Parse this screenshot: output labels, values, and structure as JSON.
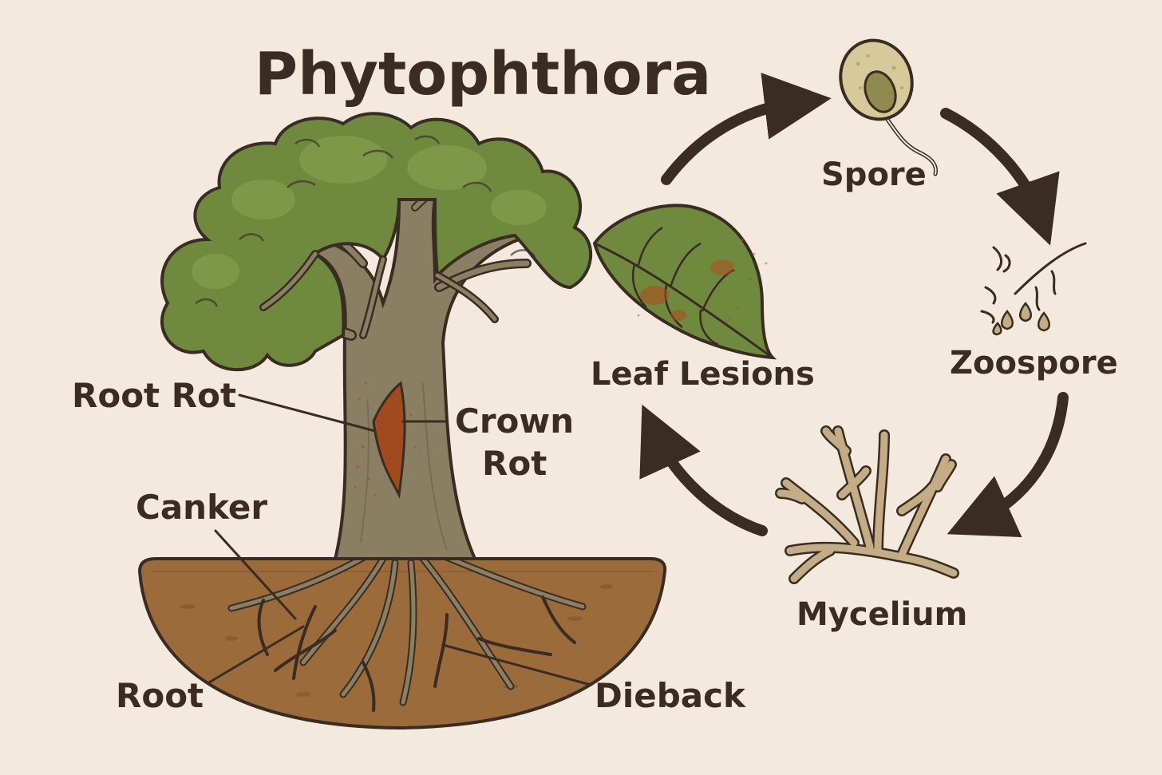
{
  "title": "Phytophthora",
  "tree_labels": {
    "root_rot": "Root Rot",
    "crown_rot_line1": "Crown",
    "crown_rot_line2": "Rot",
    "canker": "Canker",
    "root": "Root",
    "dieback": "Dieback"
  },
  "cycle_labels": {
    "spore": "Spore",
    "zoospore": "Zoospore",
    "mycelium": "Mycelium",
    "leaf_lesions": "Leaf Lesions"
  },
  "colors": {
    "background": "#f3e9dc",
    "ink": "#3a2c22",
    "foliage": "#6f8a3e",
    "foliage_light": "#8aa452",
    "trunk": "#8a7f62",
    "soil": "#9b6b3b",
    "lesion": "#b24a22",
    "spore": "#d8c99a",
    "mycelium": "#c4ad86"
  }
}
